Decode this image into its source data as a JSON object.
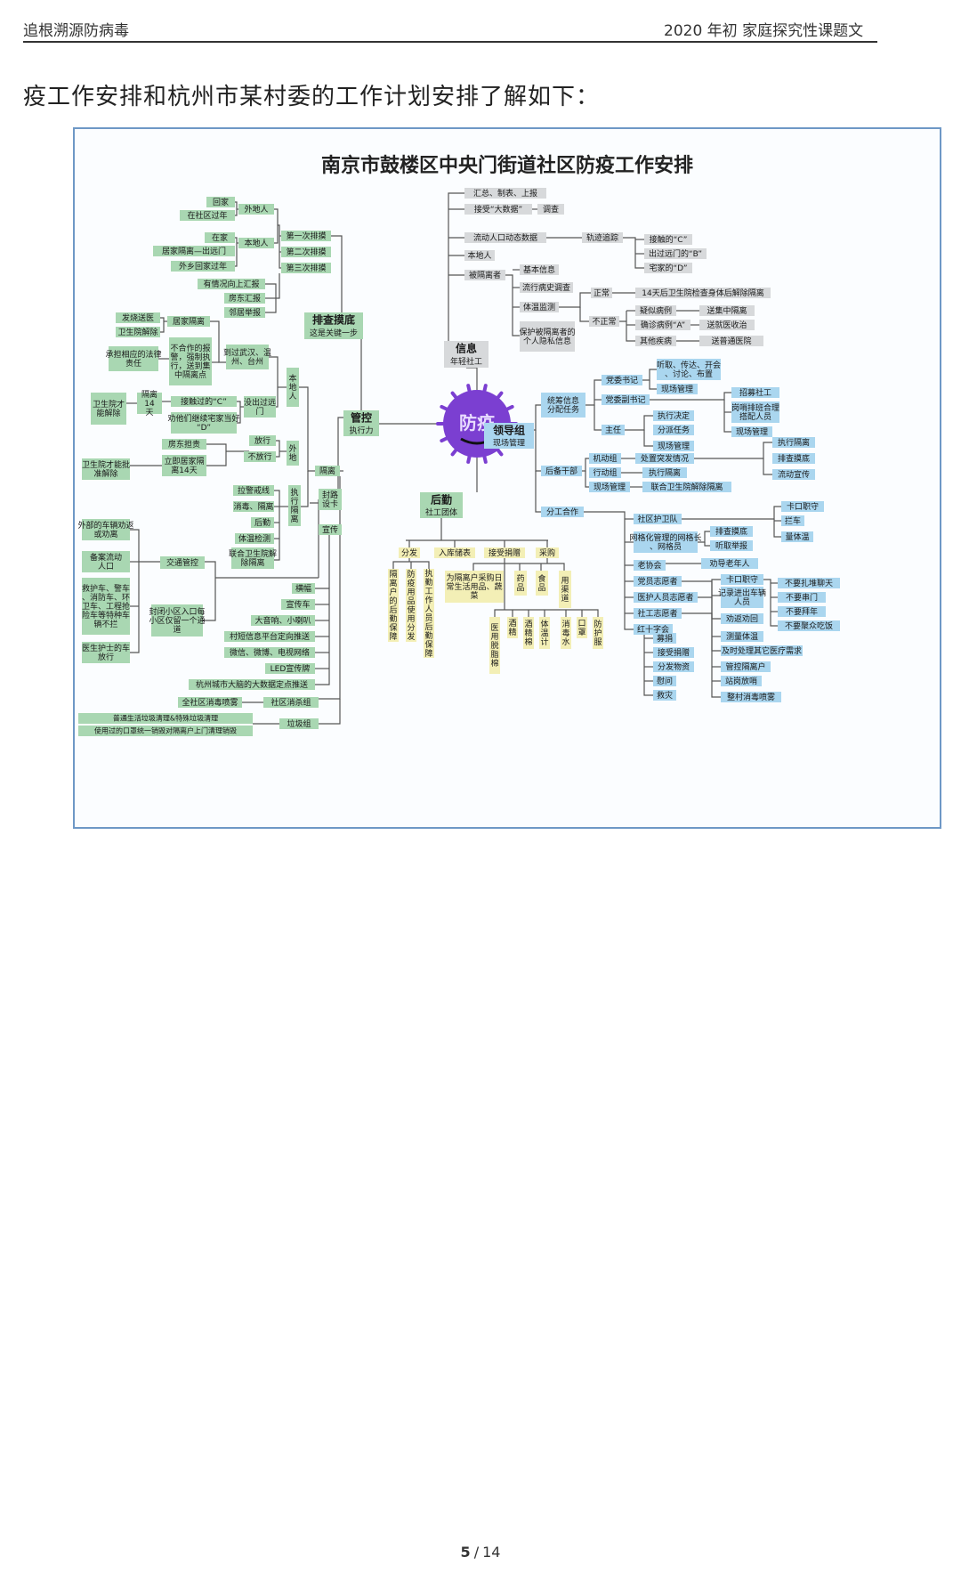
{
  "header": {
    "left": "追根溯源防病毒",
    "right": "2020 年初 家庭探究性课题文"
  },
  "intro": "疫工作安排和杭州市某村委的工作计划安排了解如下：",
  "figure": {
    "title": "南京市鼓楼区中央门街道社区防疫工作安排",
    "center_text": "防疫",
    "colors": {
      "green": "#a9d7b2",
      "blue": "#aad6ef",
      "yellow": "#f3efb6",
      "line": "#555555",
      "border": "#6e98c6",
      "virus": "#7b3fd1"
    },
    "hubs": {
      "paicha": "排查摸底",
      "paicha_sub": "这是关键一步",
      "guankong": "管控",
      "guankong_sub": "执行力",
      "xinxi": "信息",
      "xinxi_sub": "年轻社工",
      "lingdao": "领导组",
      "lingdao_sub": "现场管理",
      "houqin": "后勤",
      "houqin_sub": "社工团体"
    },
    "paicha": {
      "returned": "回家",
      "stay": "在社区过年",
      "outsider": "外地人",
      "home": "在家",
      "isolate": "居家隔离—出远门",
      "back": "外乡回家过年",
      "local": "本地人",
      "r1": "第一次排摸",
      "r2": "第二次排摸",
      "r3": "第三次排摸",
      "c1": "有情况向上汇报",
      "c2": "房东汇报",
      "c3": "邻居举报"
    },
    "guankong": {
      "fever": "发烧送医",
      "release": "卫生院解除",
      "home_iso": "居家隔离",
      "legal": "承担相应的法律责任",
      "noncoop": "不合作的报警，强制执行，送到集中隔离点",
      "wuhan": "到过武汉、温州、台州",
      "hosp_release": "卫生院才能解除",
      "iso14": "隔离14天",
      "contactC": "接触过的“C”",
      "persuadeD": "劝他们继续宅家当好“D”",
      "noTravel": "没出过远门",
      "local_tag": "本地人",
      "landlord": "房东担责",
      "immediate": "立即居家隔离14天",
      "pass": "放行",
      "nopass": "不放行",
      "outside_tag": "外地",
      "hosp_batch": "卫生院才能批准解除",
      "isolate_tag": "隔离",
      "cordon": "拉警戒线",
      "disinfect": "消毒、隔离",
      "logistics": "后勤",
      "temp": "体温检测",
      "joint": "联合卫生院解除隔离",
      "exec_tag": "执行隔离",
      "seal": "封路设卡",
      "promo": "宣传",
      "ext_car": "外部的车辆劝返或劝离",
      "record": "备案流动人口",
      "emergency": "救护车、警车、消防车、环卫车、工程抢险车等特种车辆不拦",
      "medic": "医生护士的车放行",
      "traffic": "交通管控",
      "close": "封闭小区入口每小区仅留一个通道",
      "banner": "横幅",
      "car": "宣传车",
      "speaker": "大音响、小喇叭",
      "sms": "村短信息平台定向推送",
      "wechat": "微信、微博、电视网络",
      "led": "LED宣传牌",
      "bigdata": "杭州城市大脑的大数据定点推送",
      "whole": "全社区消毒喷雾",
      "kill": "社区消杀组",
      "garbage_desc1": "普通生活垃圾清理&特殊垃圾清理",
      "garbage_desc2": "使用过的口罩统一销毁对隔离户上门清理销毁",
      "garbage": "垃圾组"
    },
    "xinxi": {
      "summary": "汇总、制表、上报",
      "bigdata": "接受“大数据”",
      "survey": "调查",
      "flow": "流动人口动态数据",
      "track": "轨迹追踪",
      "contactC": "接触的“C”",
      "tripB": "出过远门的“B”",
      "homeD": "宅家的“D”",
      "local": "本地人",
      "isolated": "被隔离者",
      "basic": "基本信息",
      "epi": "流行病史调查",
      "temp": "体温监测",
      "privacy": "保护被隔离者的个人隐私信息",
      "normal": "正常",
      "abnormal": "不正常",
      "release14": "14天后卫生院检查身体后解除隔离",
      "suspect": "疑似病例",
      "confirmA": "确诊病例“A”",
      "other": "其他疾病",
      "toCentral": "送集中隔离",
      "toHospital": "送就医收治",
      "toRegular": "送普通医院"
    },
    "lingdao": {
      "coord": "统筹信息分配任务",
      "secretary": "党委书记",
      "deputy": "党委副书记",
      "director": "主任",
      "meeting": "听取、传达、开会、讨论、布置",
      "site1": "现场管理",
      "recruit": "招募社工",
      "wardroom": "岗哨排班合理搭配人员",
      "site2": "现场管理",
      "decide": "执行决定",
      "dispatch": "分派任务",
      "site3": "现场管理",
      "reserve": "后备干部",
      "mobile": "机动组",
      "action": "行动组",
      "site4": "现场管理",
      "emergency": "处置突发情况",
      "exec_iso": "执行隔离",
      "joint": "联合卫生院解除隔离",
      "e_iso": "执行隔离",
      "e_check": "排查摸底",
      "e_promo": "流动宣传",
      "divide": "分工合作",
      "guard": "社区护卫队",
      "grid": "网格化管理的网格长、网格员",
      "elder": "老协会",
      "party": "党员志愿者",
      "medical": "医护人员志愿者",
      "social": "社工志愿者",
      "redcross": "红十字会",
      "checkpoint1": "卡口职守",
      "block": "拦车",
      "measure": "量体温",
      "check2": "排查摸底",
      "report": "听取举报",
      "persuade": "劝导老年人",
      "checkpoint2": "卡口职守",
      "recordcar": "记录进出车辆人员",
      "dissuade": "劝返劝回",
      "no1": "不要扎堆聊天",
      "no2": "不要串门",
      "no3": "不要拜年",
      "no4": "不要聚众吃饭",
      "measure2": "测量体温",
      "handle": "及时处理其它医疗需求",
      "donate": "募捐",
      "receive": "接受捐赠",
      "distribute": "分发物资",
      "visit": "慰问",
      "relief": "救灾",
      "control": "管控隔离户",
      "guardpost": "站岗放哨",
      "spray": "整村消毒喷雾"
    },
    "houqin": {
      "dist": "分发",
      "storage": "入库储表",
      "accept": "接受捐赠",
      "buy": "采购",
      "v1": "隔离户的后勤保障",
      "v2": "防疫用品使用分发",
      "v3": "执勤工作人员后勤保障",
      "grocery": "为隔离户采购日常生活用品、蔬菜",
      "drug": "药品",
      "food": "食品",
      "channel": "用渠道",
      "cotton": "医用脱脂棉",
      "alcohol": "酒精",
      "alcpad": "酒精棉",
      "thermo": "体温计",
      "disinf": "消毒水",
      "mask": "口罩",
      "suit": "防护服"
    }
  },
  "footer": {
    "page": "5",
    "sep": "/",
    "total": "14"
  }
}
